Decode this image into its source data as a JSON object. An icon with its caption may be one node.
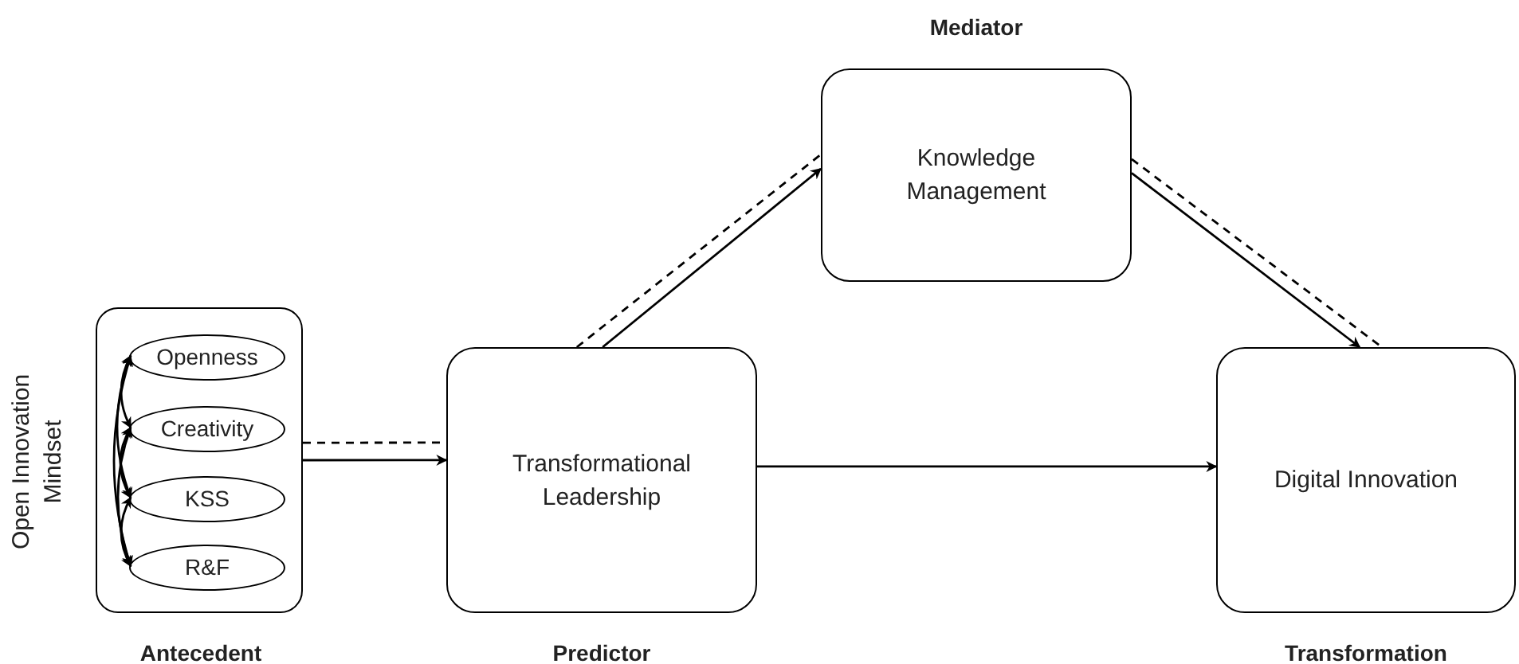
{
  "diagram": {
    "nodes": [
      {
        "text": [
          "Open Innovation Mindset"
        ],
        "beside": [
          "Antecedent"
        ]
      },
      {
        "text": [
          "Openness"
        ],
        "in": 0
      },
      {
        "text": [
          "Creativity"
        ],
        "in": 0
      },
      {
        "text": [
          "KSS"
        ],
        "in": 0
      },
      {
        "text": [
          "R&F"
        ],
        "in": 0
      },
      {
        "text": [
          "Transformational Leadership"
        ],
        "beside": [
          "Predictor"
        ]
      },
      {
        "text": [
          "Knowledge Management"
        ],
        "beside": [
          "Mediator"
        ]
      },
      {
        "text": [
          "Digital Innovation"
        ],
        "beside": [
          "Transformation"
        ]
      }
    ],
    "edges": [
      {
        "from": 1,
        "to": 2,
        "arrow": "both"
      },
      {
        "from": 2,
        "to": 3,
        "arrow": "both"
      },
      {
        "from": 3,
        "to": 4,
        "arrow": "both"
      },
      {
        "from": 1,
        "to": 3,
        "arrow": "both"
      },
      {
        "from": 2,
        "to": 4,
        "arrow": "both"
      },
      {
        "from": 1,
        "to": 4,
        "arrow": "both"
      },
      {
        "from": 0,
        "to": 5,
        "arrow": "none",
        "style": "dashed"
      },
      {
        "from": 0,
        "to": 5,
        "arrow": "to"
      },
      {
        "from": 5,
        "to": 6,
        "arrow": "none",
        "style": "dashed"
      },
      {
        "from": 5,
        "to": 6,
        "arrow": "to"
      },
      {
        "from": 6,
        "to": 7,
        "arrow": "none",
        "style": "dashed"
      },
      {
        "from": 6,
        "to": 7,
        "arrow": "to"
      },
      {
        "from": 5,
        "to": 7,
        "arrow": "to"
      }
    ]
  }
}
